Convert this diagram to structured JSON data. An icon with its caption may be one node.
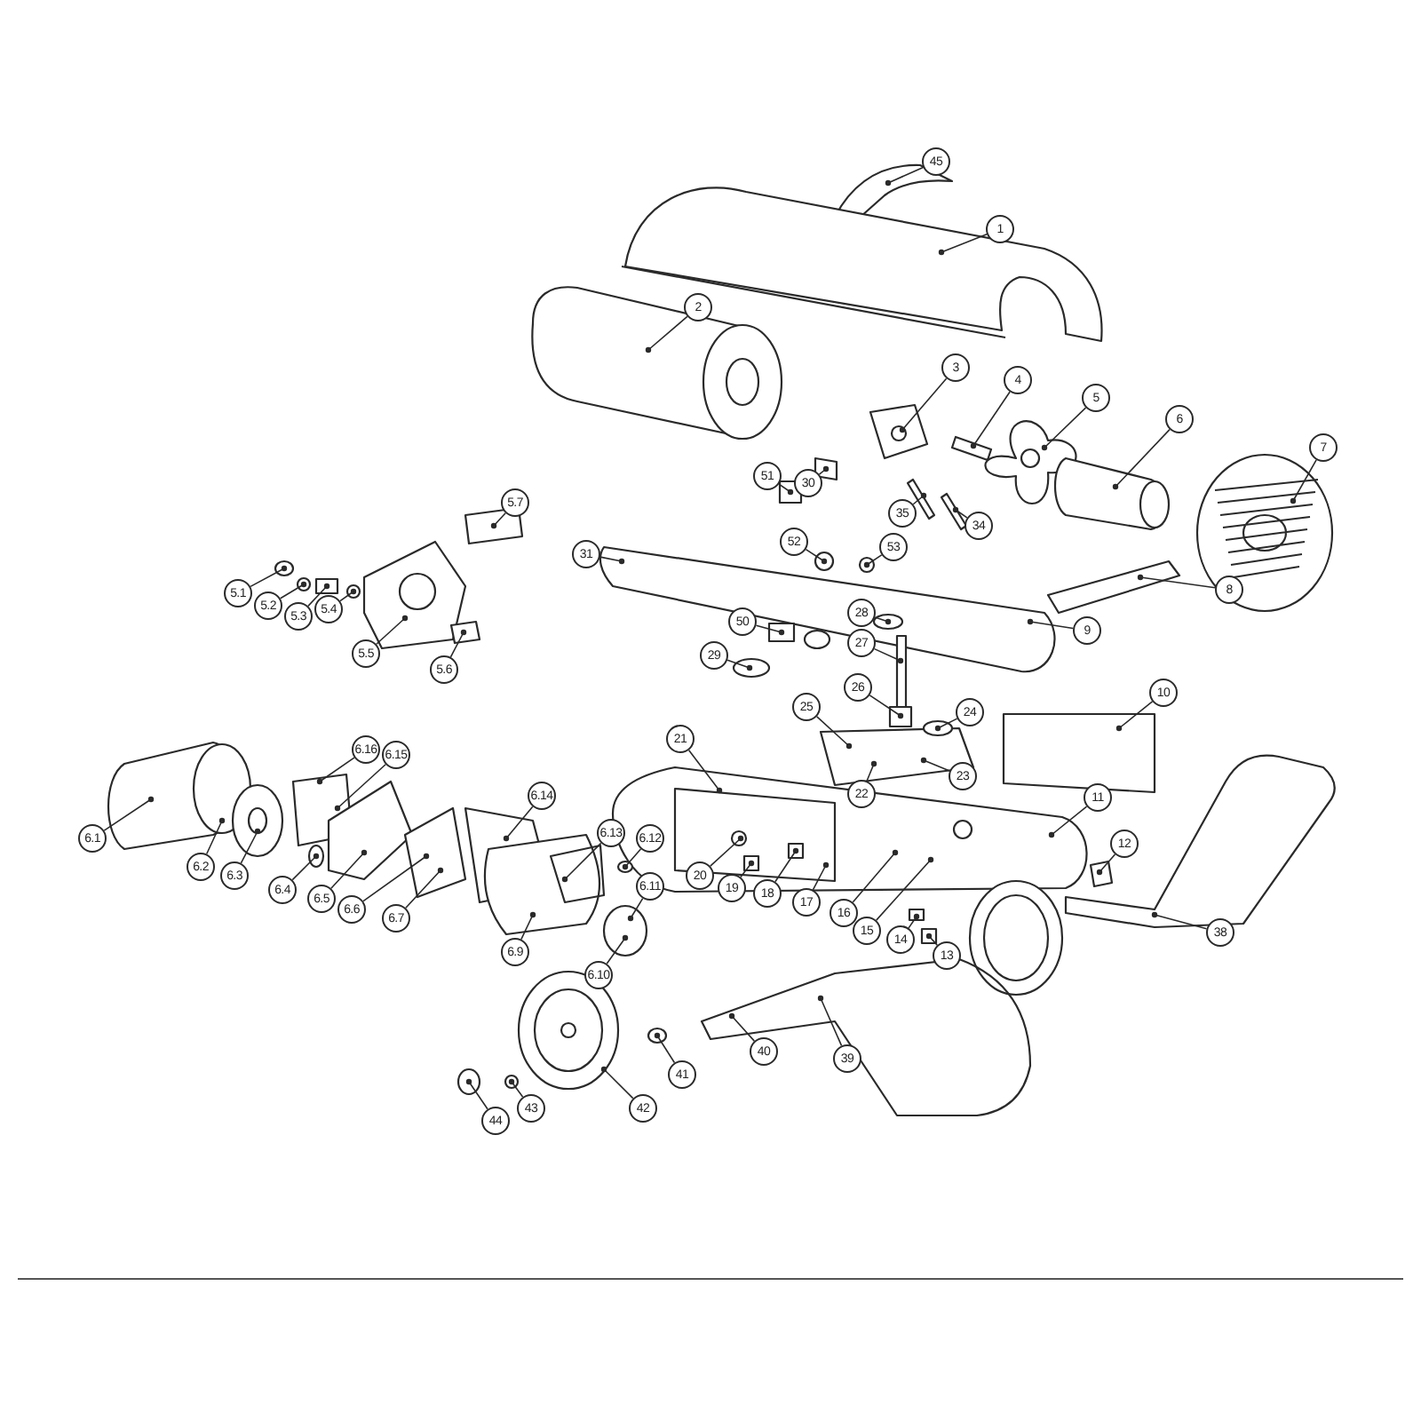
{
  "diagram": {
    "nodes": [
      {
        "text": [
          "45"
        ]
      },
      {
        "text": [
          "1"
        ]
      },
      {
        "text": [
          "2"
        ]
      },
      {
        "text": [
          "3"
        ]
      },
      {
        "text": [
          "4"
        ]
      },
      {
        "text": [
          "5"
        ]
      },
      {
        "text": [
          "6"
        ]
      },
      {
        "text": [
          "7"
        ]
      },
      {
        "text": [
          "5.7"
        ]
      },
      {
        "text": [
          "51"
        ]
      },
      {
        "text": [
          "30"
        ]
      },
      {
        "text": [
          "35"
        ]
      },
      {
        "text": [
          "34"
        ]
      },
      {
        "text": [
          "5.1"
        ]
      },
      {
        "text": [
          "5.2"
        ]
      },
      {
        "text": [
          "5.3"
        ]
      },
      {
        "text": [
          "5.4"
        ]
      },
      {
        "text": [
          "31"
        ]
      },
      {
        "text": [
          "52"
        ]
      },
      {
        "text": [
          "53"
        ]
      },
      {
        "text": [
          "8"
        ]
      },
      {
        "text": [
          "50"
        ]
      },
      {
        "text": [
          "28"
        ]
      },
      {
        "text": [
          "9"
        ]
      },
      {
        "text": [
          "5.5"
        ]
      },
      {
        "text": [
          "5.6"
        ]
      },
      {
        "text": [
          "27"
        ]
      },
      {
        "text": [
          "29"
        ]
      },
      {
        "text": [
          "26"
        ]
      },
      {
        "text": [
          "10"
        ]
      },
      {
        "text": [
          "25"
        ]
      },
      {
        "text": [
          "24"
        ]
      },
      {
        "text": [
          "21"
        ]
      },
      {
        "text": [
          "6.16"
        ]
      },
      {
        "text": [
          "6.15"
        ]
      },
      {
        "text": [
          "23"
        ]
      },
      {
        "text": [
          "6.14"
        ]
      },
      {
        "text": [
          "22"
        ]
      },
      {
        "text": [
          "11"
        ]
      },
      {
        "text": [
          "6.1"
        ]
      },
      {
        "text": [
          "6.13"
        ]
      },
      {
        "text": [
          "6.12"
        ]
      },
      {
        "text": [
          "12"
        ]
      },
      {
        "text": [
          "6.11"
        ]
      },
      {
        "text": [
          "6.2"
        ]
      },
      {
        "text": [
          "6.3"
        ]
      },
      {
        "text": [
          "20"
        ]
      },
      {
        "text": [
          "19"
        ]
      },
      {
        "text": [
          "6.4"
        ]
      },
      {
        "text": [
          "18"
        ]
      },
      {
        "text": [
          "6.5"
        ]
      },
      {
        "text": [
          "17"
        ]
      },
      {
        "text": [
          "6.6"
        ]
      },
      {
        "text": [
          "16"
        ]
      },
      {
        "text": [
          "6.7"
        ]
      },
      {
        "text": [
          "15"
        ]
      },
      {
        "text": [
          "38"
        ]
      },
      {
        "text": [
          "14"
        ]
      },
      {
        "text": [
          "6.9"
        ]
      },
      {
        "text": [
          "13"
        ]
      },
      {
        "text": [
          "6.10"
        ]
      },
      {
        "text": [
          "40"
        ]
      },
      {
        "text": [
          "39"
        ]
      },
      {
        "text": [
          "41"
        ]
      },
      {
        "text": [
          "42"
        ]
      },
      {
        "text": [
          "43"
        ]
      },
      {
        "text": [
          "44"
        ]
      }
    ],
    "edges": [
      {
        "from": 0,
        "to": null,
        "arrow": "other"
      },
      {
        "from": 1,
        "to": null,
        "arrow": "other"
      },
      {
        "from": 2,
        "to": null,
        "arrow": "other"
      },
      {
        "from": 3,
        "to": null,
        "arrow": "other"
      },
      {
        "from": 4,
        "to": null,
        "arrow": "other"
      },
      {
        "from": 5,
        "to": null,
        "arrow": "other"
      },
      {
        "from": 6,
        "to": null,
        "arrow": "other"
      },
      {
        "from": 7,
        "to": null,
        "arrow": "other"
      },
      {
        "from": 8,
        "to": null,
        "arrow": "other"
      },
      {
        "from": 9,
        "to": null,
        "arrow": "other"
      },
      {
        "from": 10,
        "to": null,
        "arrow": "other"
      },
      {
        "from": 11,
        "to": null,
        "arrow": "other"
      },
      {
        "from": 12,
        "to": null,
        "arrow": "other"
      },
      {
        "from": 13,
        "to": null,
        "arrow": "other"
      },
      {
        "from": 14,
        "to": null,
        "arrow": "other"
      },
      {
        "from": 15,
        "to": null,
        "arrow": "other"
      },
      {
        "from": 16,
        "to": null,
        "arrow": "other"
      },
      {
        "from": 17,
        "to": null,
        "arrow": "other"
      },
      {
        "from": 18,
        "to": null,
        "arrow": "other"
      },
      {
        "from": 19,
        "to": null,
        "arrow": "other"
      },
      {
        "from": 20,
        "to": null,
        "arrow": "other"
      },
      {
        "from": 21,
        "to": null,
        "arrow": "other"
      },
      {
        "from": 22,
        "to": null,
        "arrow": "other"
      },
      {
        "from": 23,
        "to": null,
        "arrow": "other"
      },
      {
        "from": 24,
        "to": null,
        "arrow": "other"
      },
      {
        "from": 25,
        "to": null,
        "arrow": "other"
      },
      {
        "from": 26,
        "to": null,
        "arrow": "other"
      },
      {
        "from": 27,
        "to": null,
        "arrow": "other"
      },
      {
        "from": 28,
        "to": null,
        "arrow": "other"
      },
      {
        "from": 29,
        "to": null,
        "arrow": "other"
      },
      {
        "from": 30,
        "to": null,
        "arrow": "other"
      },
      {
        "from": 31,
        "to": null,
        "arrow": "other"
      },
      {
        "from": 32,
        "to": null,
        "arrow": "other"
      },
      {
        "from": 33,
        "to": null,
        "arrow": "other"
      },
      {
        "from": 34,
        "to": null,
        "arrow": "other"
      },
      {
        "from": 35,
        "to": null,
        "arrow": "other"
      },
      {
        "from": 36,
        "to": null,
        "arrow": "other"
      },
      {
        "from": 37,
        "to": null,
        "arrow": "other"
      },
      {
        "from": 38,
        "to": null,
        "arrow": "other"
      },
      {
        "from": 39,
        "to": null,
        "arrow": "other"
      },
      {
        "from": 40,
        "to": null,
        "arrow": "other"
      },
      {
        "from": 41,
        "to": null,
        "arrow": "other"
      },
      {
        "from": 42,
        "to": null,
        "arrow": "other"
      },
      {
        "from": 43,
        "to": null,
        "arrow": "other"
      },
      {
        "from": 44,
        "to": null,
        "arrow": "other"
      },
      {
        "from": 45,
        "to": null,
        "arrow": "other"
      },
      {
        "from": 46,
        "to": null,
        "arrow": "other"
      },
      {
        "from": 47,
        "to": null,
        "arrow": "other"
      },
      {
        "from": 48,
        "to": null,
        "arrow": "other"
      },
      {
        "from": 49,
        "to": null,
        "arrow": "other"
      },
      {
        "from": 50,
        "to": null,
        "arrow": "other"
      },
      {
        "from": 51,
        "to": null,
        "arrow": "other"
      },
      {
        "from": 52,
        "to": null,
        "arrow": "other"
      },
      {
        "from": 53,
        "to": null,
        "arrow": "other"
      },
      {
        "from": 54,
        "to": null,
        "arrow": "other"
      },
      {
        "from": 55,
        "to": null,
        "arrow": "other"
      },
      {
        "from": 56,
        "to": null,
        "arrow": "other"
      },
      {
        "from": 57,
        "to": null,
        "arrow": "other"
      },
      {
        "from": 58,
        "to": null,
        "arrow": "other"
      },
      {
        "from": 59,
        "to": null,
        "arrow": "other"
      },
      {
        "from": 60,
        "to": null,
        "arrow": "other"
      },
      {
        "from": 61,
        "to": null,
        "arrow": "other"
      },
      {
        "from": 62,
        "to": null,
        "arrow": "other"
      },
      {
        "from": 63,
        "to": null,
        "arrow": "other"
      },
      {
        "from": 64,
        "to": null,
        "arrow": "other"
      },
      {
        "from": 65,
        "to": null,
        "arrow": "other"
      },
      {
        "from": 66,
        "to": null,
        "arrow": "other"
      }
    ]
  }
}
